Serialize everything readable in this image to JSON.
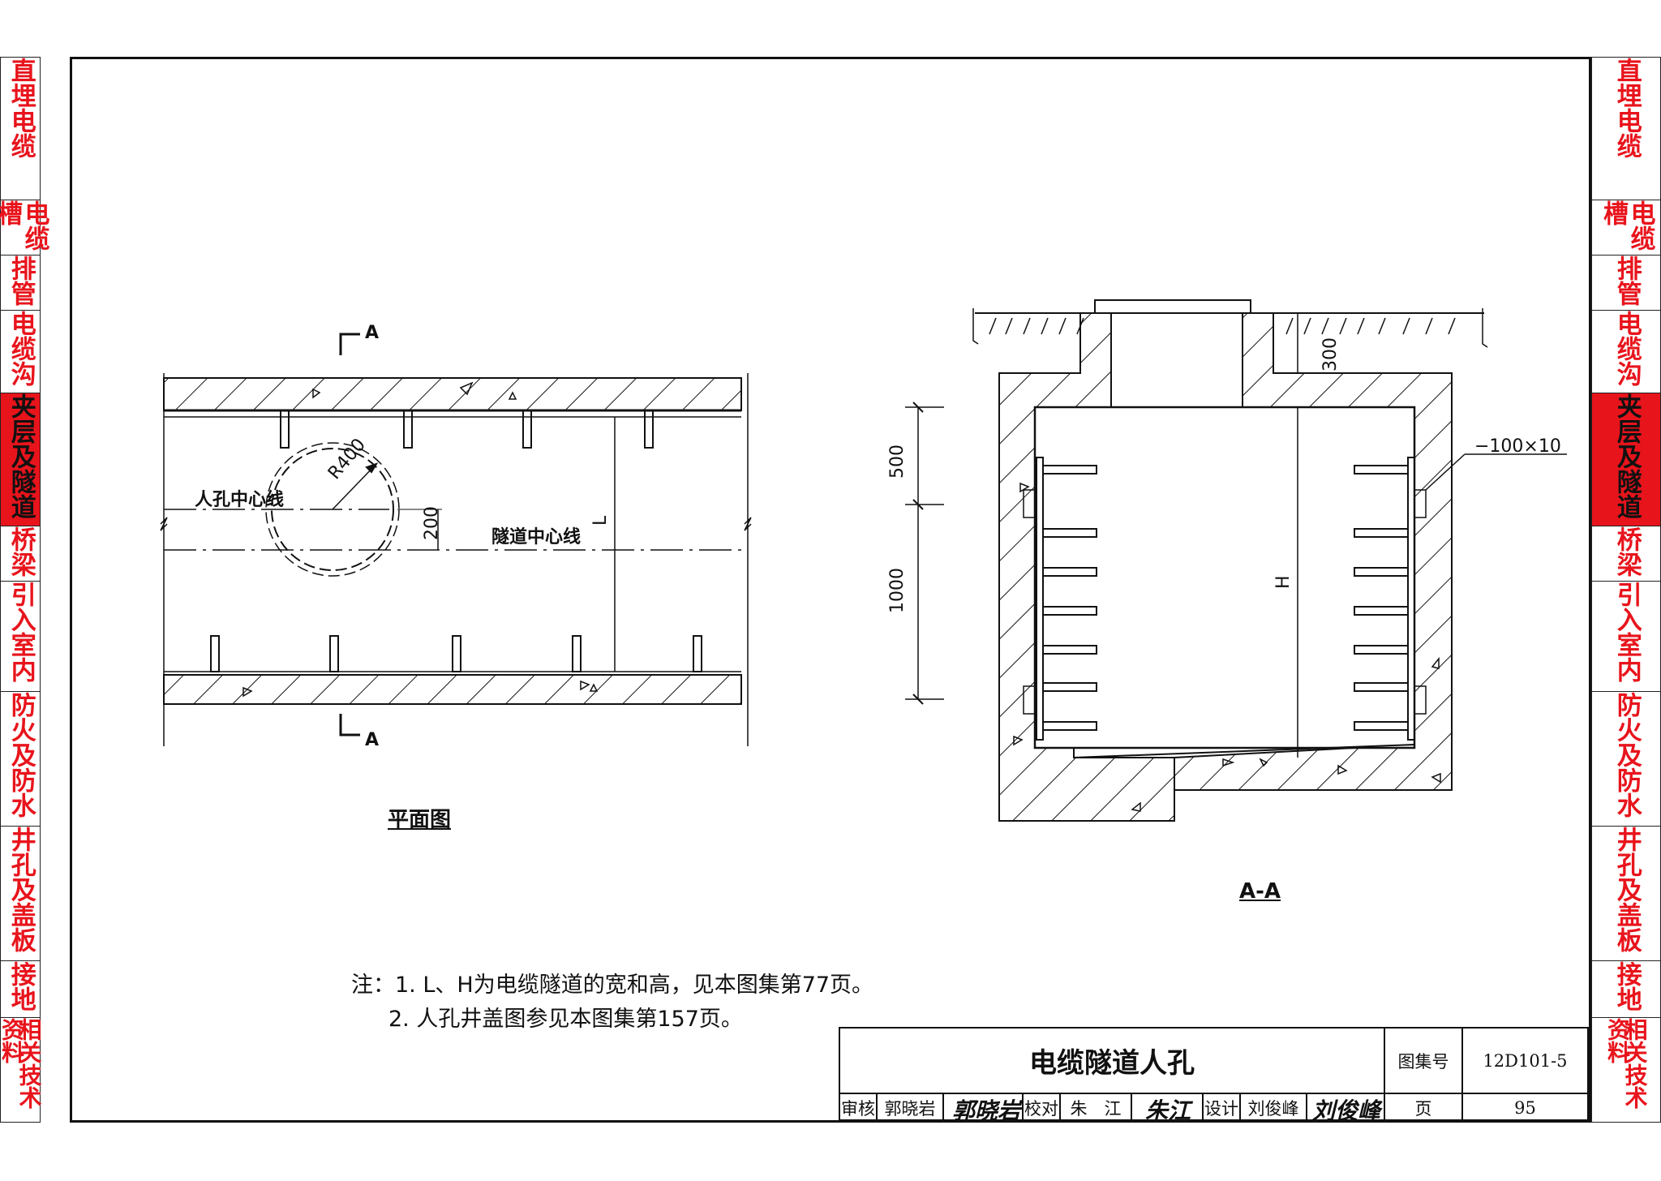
{
  "sidebar": {
    "accent_color": "#e8141c",
    "sections": [
      {
        "label": "直埋电缆",
        "active": false
      },
      {
        "label": "电缆槽",
        "active": false
      },
      {
        "label": "排管",
        "active": false
      },
      {
        "label": "电缆沟",
        "active": false
      },
      {
        "label": "夹层及隧道",
        "active": true
      },
      {
        "label": "桥梁",
        "active": false
      },
      {
        "label": "引入室内",
        "active": false
      },
      {
        "label": "防火及防水",
        "active": false
      },
      {
        "label": "井孔及盖板",
        "active": false
      },
      {
        "label": "接地",
        "active": false
      },
      {
        "label": "相关技术资料",
        "active": false
      }
    ]
  },
  "plan_view": {
    "section_mark": "A",
    "manhole_center_label": "人孔中心线",
    "tunnel_center_label": "隧道中心线",
    "radius_label": "R400",
    "offset_dim": "200",
    "width_label": "L",
    "caption": "平面图"
  },
  "section_view": {
    "cover_dim": "300",
    "dim_upper": "500",
    "dim_lower": "1000",
    "height_label": "H",
    "bar_label": "−100×10",
    "caption": "A-A"
  },
  "notes": {
    "line1": "注：1. L、H为电缆隧道的宽和高，见本图集第77页。",
    "line2": "2. 人孔井盖图参见本图集第157页。"
  },
  "title_block": {
    "title": "电缆隧道人孔",
    "atlas_label": "图集号",
    "atlas_no": "12D101-5",
    "review_label": "审核",
    "reviewer": "郭晓岩",
    "check_label": "校对",
    "checker": "朱　江",
    "design_label": "设计",
    "designer": "刘俊峰",
    "page_label": "页",
    "page_no": "95"
  }
}
